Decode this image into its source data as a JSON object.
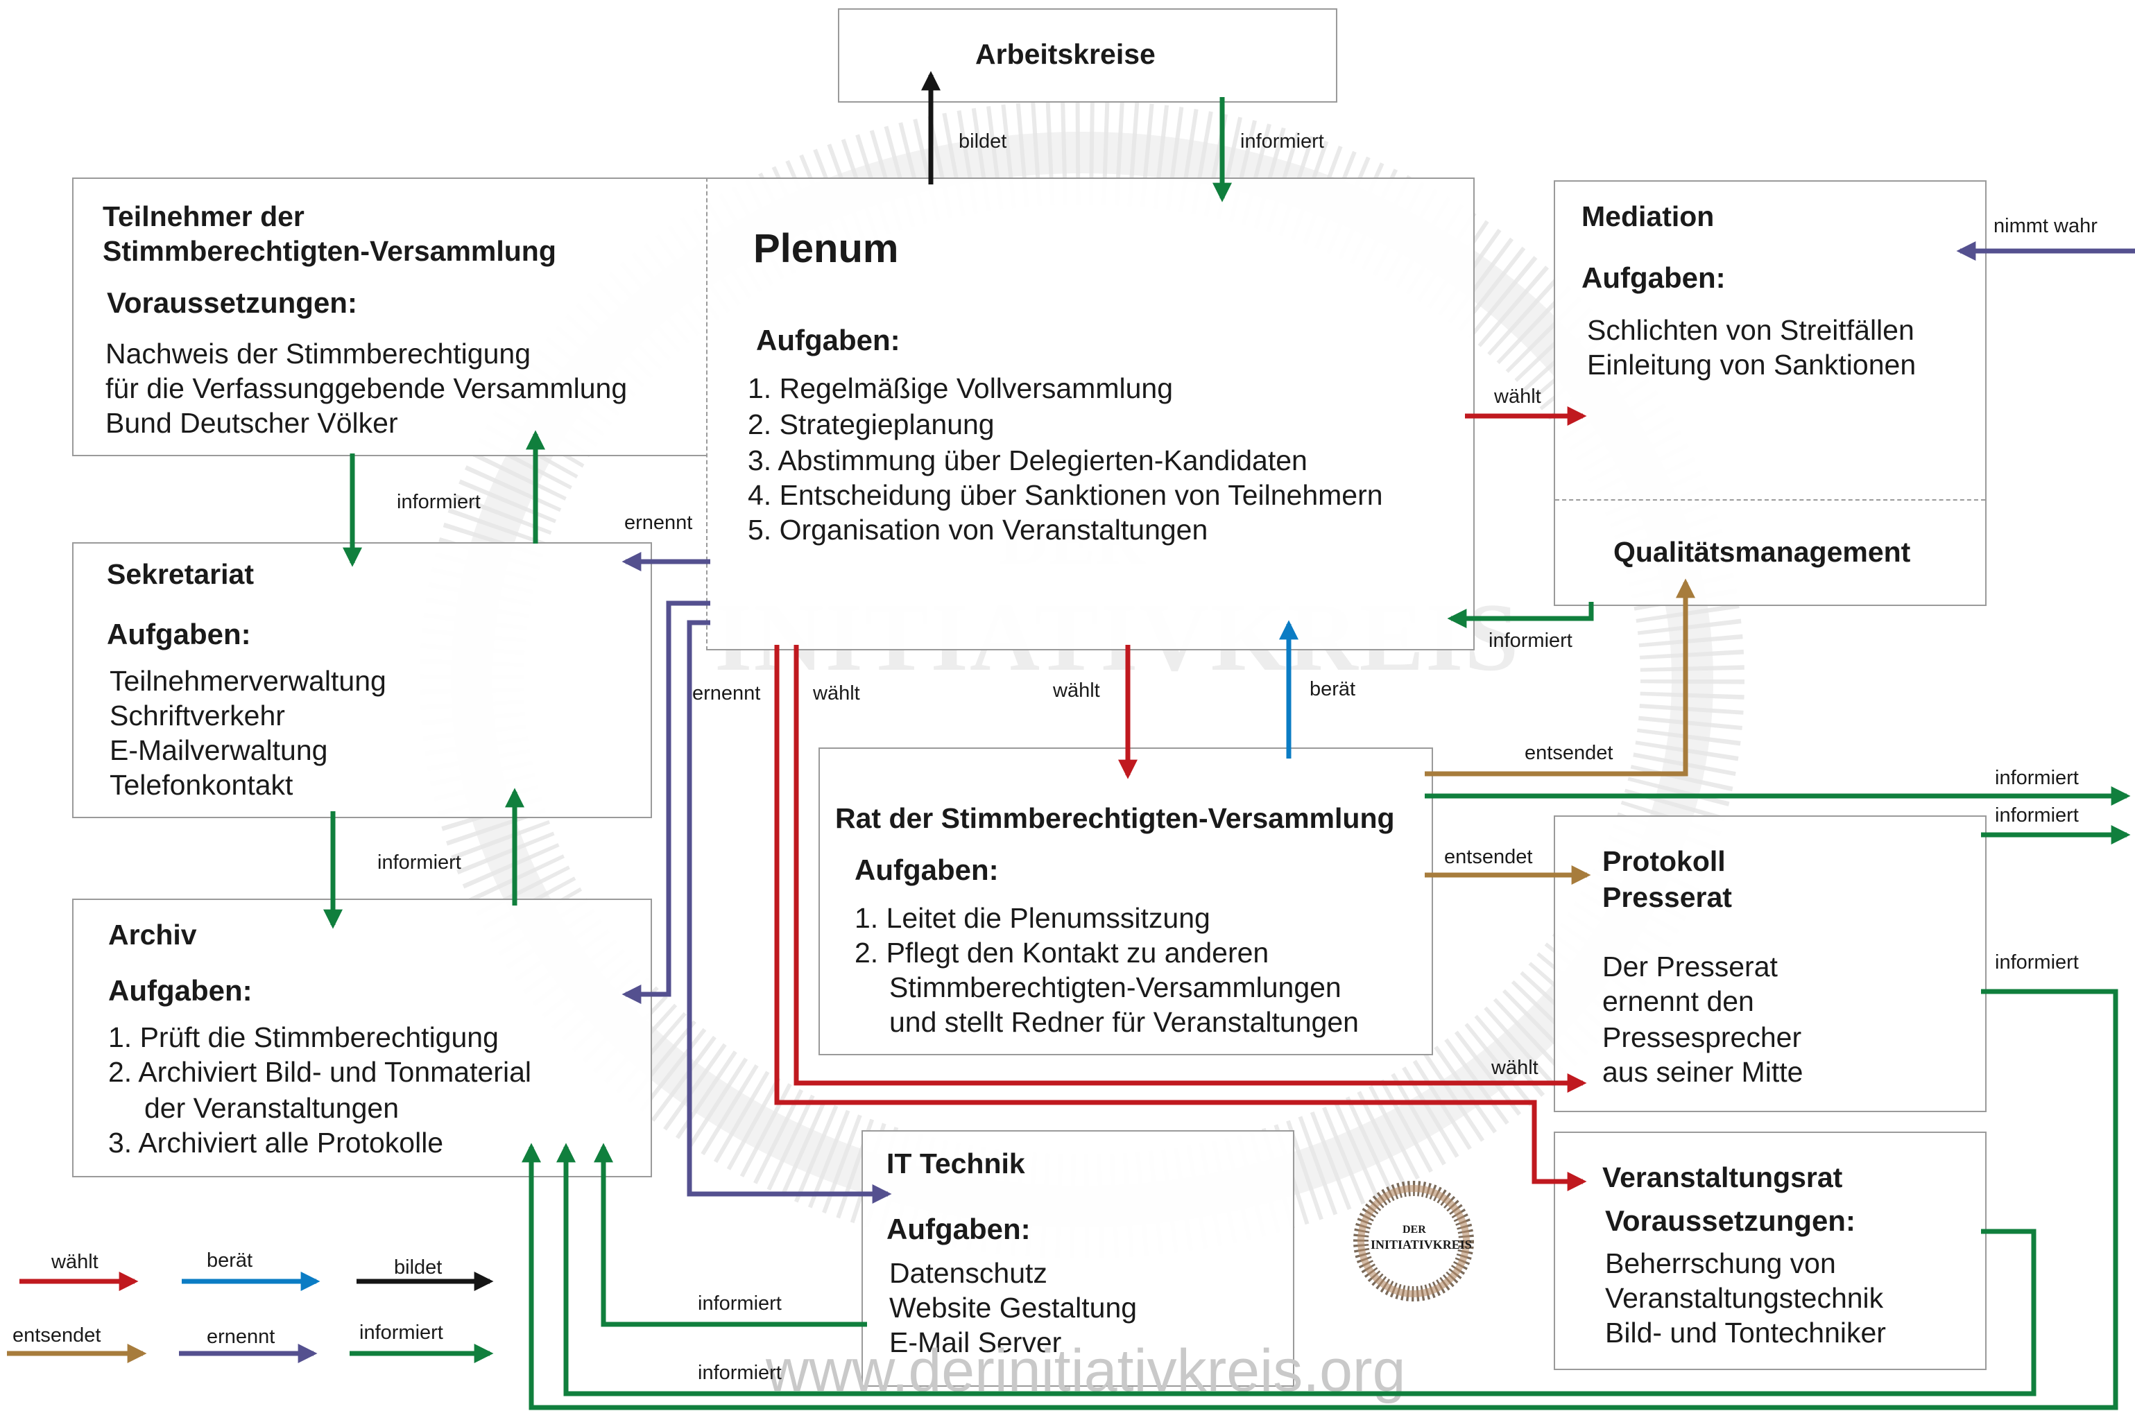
{
  "colors": {
    "waehlt": "#c0191f",
    "beraet": "#0b7cc4",
    "bildet": "#151515",
    "entsendet": "#a77c3c",
    "ernennt": "#54508f",
    "informiert": "#107f3d"
  },
  "watermark": {
    "logo_line1": "DER",
    "logo_line2": "INITIATIVKREIS",
    "url": "www.derinitiativkreis.org"
  },
  "arbeitskreise": {
    "title": "Arbeitskreise"
  },
  "teilnehmer": {
    "title_line1": "Teilnehmer der",
    "title_line2": "Stimmberechtigten-Versammlung",
    "subtitle": "Voraussetzungen:",
    "lines": [
      "Nachweis der Stimmberechtigung",
      "für die Verfassunggebende Versammlung",
      "Bund Deutscher Völker"
    ]
  },
  "plenum": {
    "title": "Plenum",
    "subtitle": "Aufgaben:",
    "lines": [
      "1. Regelmäßige Vollversammlung",
      "2. Strategieplanung",
      "3. Abstimmung über Delegierten-Kandidaten",
      "4. Entscheidung über Sanktionen von Teilnehmern",
      "5. Organisation von Veranstaltungen"
    ]
  },
  "mediation": {
    "title": "Mediation",
    "subtitle": "Aufgaben:",
    "lines": [
      "Schlichten von Streitfällen",
      "Einleitung von Sanktionen"
    ],
    "qm_title": "Qualitätsmanagement"
  },
  "sekretariat": {
    "title": "Sekretariat",
    "subtitle": "Aufgaben:",
    "lines": [
      "Teilnehmerverwaltung",
      "Schriftverkehr",
      "E-Mailverwaltung",
      "Telefonkontakt"
    ]
  },
  "archiv": {
    "title": "Archiv",
    "subtitle": "Aufgaben:",
    "lines": [
      "1. Prüft die Stimmberechtigung",
      "2. Archiviert Bild- und Tonmaterial",
      "der Veranstaltungen",
      "3. Archiviert alle Protokolle"
    ]
  },
  "rat": {
    "title": "Rat der Stimmberechtigten-Versammlung",
    "subtitle": "Aufgaben:",
    "lines": [
      "1. Leitet die Plenumssitzung",
      "2. Pflegt den Kontakt zu anderen",
      "Stimmberechtigten-Versammlungen",
      "und stellt Redner für Veranstaltungen"
    ]
  },
  "protokoll": {
    "title_line1": "Protokoll",
    "title_line2": "Presserat",
    "lines": [
      "Der Presserat",
      "ernennt den",
      "Pressesprecher",
      "aus seiner Mitte"
    ]
  },
  "it": {
    "title": "IT Technik",
    "subtitle": "Aufgaben:",
    "lines": [
      "Datenschutz",
      "Website Gestaltung",
      "E-Mail Server"
    ]
  },
  "veranstaltungsrat": {
    "title": "Veranstaltungsrat",
    "subtitle": "Voraussetzungen:",
    "lines": [
      "Beherrschung von",
      "Veranstaltungstechnik",
      "Bild- und Tontechniker"
    ]
  },
  "labels": {
    "bildet": "bildet",
    "informiert_top": "informiert",
    "nimmt_wahr": "nimmt wahr",
    "waehlt_mediation": "wählt",
    "informiert_teil": "informiert",
    "ernennt_sek": "ernennt",
    "informiert_qm": "informiert",
    "ernennt_down": "ernennt",
    "waehlt_down": "wählt",
    "waehlt_rat": "wählt",
    "beraet": "berät",
    "entsendet_qm": "entsendet",
    "informiert_out1": "informiert",
    "informiert_out2": "informiert",
    "entsendet_prot": "entsendet",
    "informiert_sek": "informiert",
    "informiert_prot": "informiert",
    "waehlt_prot": "wählt",
    "informiert_it": "informiert",
    "informiert_bottom": "informiert"
  },
  "legend": [
    {
      "label": "wählt",
      "color": "#c0191f"
    },
    {
      "label": "berät",
      "color": "#0b7cc4"
    },
    {
      "label": "bildet",
      "color": "#151515"
    },
    {
      "label": "entsendet",
      "color": "#a77c3c"
    },
    {
      "label": "ernennt",
      "color": "#54508f"
    },
    {
      "label": "informiert",
      "color": "#107f3d"
    }
  ]
}
